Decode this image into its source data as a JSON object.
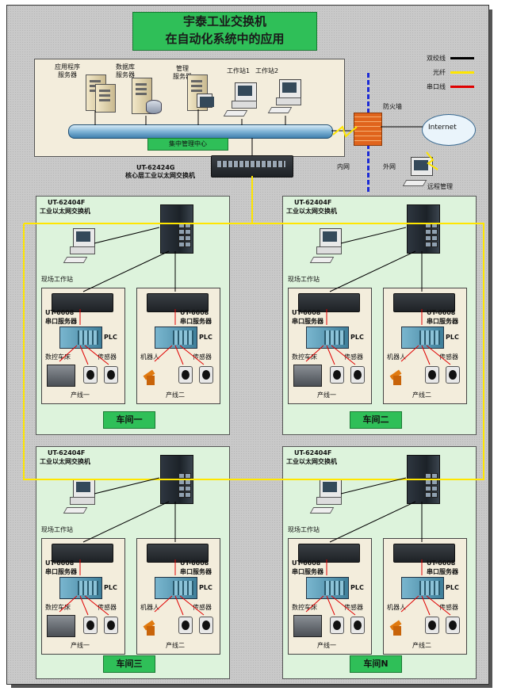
{
  "title": {
    "line1": "宇泰工业交换机",
    "line2": "在自动化系统中的应用"
  },
  "legend": [
    {
      "label": "双绞线",
      "color": "#000000"
    },
    {
      "label": "光纤",
      "color": "#ffe600"
    },
    {
      "label": "串口线",
      "color": "#e00000"
    }
  ],
  "server_room": {
    "nodes": [
      {
        "label": "应用程序\n服务器"
      },
      {
        "label": "数据库\n服务器"
      },
      {
        "label": "管理\n服务器"
      },
      {
        "label": "工作站1"
      },
      {
        "label": "工作站2"
      }
    ],
    "bus_label": "集中管理中心"
  },
  "internet": {
    "firewall": "防火墙",
    "cloud": "Internet",
    "intranet": "内网",
    "extranet": "外网",
    "remote": "远程管理"
  },
  "core_switch": {
    "model": "UT-62424G",
    "desc": "核心层工业以太网交换机"
  },
  "workshops": [
    {
      "name": "车间一",
      "switch_model": "UT-62404F",
      "switch_desc": "工业以太网交换机",
      "station": "现场工作站",
      "lines": [
        {
          "name": "产线一",
          "server_model": "UT-6608",
          "server_desc": "串口服务器",
          "plc": "PLC",
          "device": "数控车床",
          "sensor": "传感器",
          "device_type": "lathe"
        },
        {
          "name": "产线二",
          "server_model": "UT-6608",
          "server_desc": "串口服务器",
          "plc": "PLC",
          "device": "机器人",
          "sensor": "传感器",
          "device_type": "robot"
        }
      ]
    },
    {
      "name": "车间二",
      "switch_model": "UT-62404F",
      "switch_desc": "工业以太网交换机",
      "station": "现场工作站",
      "lines": [
        {
          "name": "产线一",
          "server_model": "UT-6608",
          "server_desc": "串口服务器",
          "plc": "PLC",
          "device": "数控车床",
          "sensor": "传感器",
          "device_type": "lathe"
        },
        {
          "name": "产线二",
          "server_model": "UT-6608",
          "server_desc": "串口服务器",
          "plc": "PLC",
          "device": "机器人",
          "sensor": "传感器",
          "device_type": "robot"
        }
      ]
    },
    {
      "name": "车间三",
      "switch_model": "UT-62404F",
      "switch_desc": "工业以太网交换机",
      "station": "现场工作站",
      "lines": [
        {
          "name": "产线一",
          "server_model": "UT-6608",
          "server_desc": "串口服务器",
          "plc": "PLC",
          "device": "数控车床",
          "sensor": "传感器",
          "device_type": "lathe"
        },
        {
          "name": "产线二",
          "server_model": "UT-6608",
          "server_desc": "串口服务器",
          "plc": "PLC",
          "device": "机器人",
          "sensor": "传感器",
          "device_type": "robot"
        }
      ]
    },
    {
      "name": "车间N",
      "switch_model": "UT-62404F",
      "switch_desc": "工业以太网交换机",
      "station": "现场工作站",
      "lines": [
        {
          "name": "产线一",
          "server_model": "UT-6608",
          "server_desc": "串口服务器",
          "plc": "PLC",
          "device": "数控车床",
          "sensor": "传感器",
          "device_type": "lathe"
        },
        {
          "name": "产线二",
          "server_model": "UT-6608",
          "server_desc": "串口服务器",
          "plc": "PLC",
          "device": "机器人",
          "sensor": "传感器",
          "device_type": "robot"
        }
      ]
    }
  ]
}
